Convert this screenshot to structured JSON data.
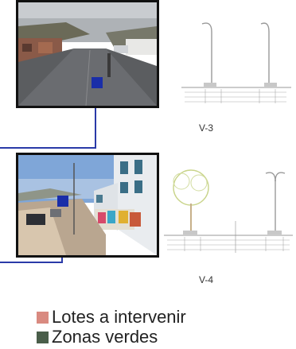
{
  "sections": [
    {
      "label": "V-3"
    },
    {
      "label": "V-4"
    }
  ],
  "legend": [
    {
      "text": "Lotes a intervenir",
      "color": "#d98a80"
    },
    {
      "text": "Zonas verdes",
      "color": "#4a5e4a"
    }
  ],
  "colors": {
    "marker": "#1a2ea8",
    "connector": "#2a3aa8"
  }
}
